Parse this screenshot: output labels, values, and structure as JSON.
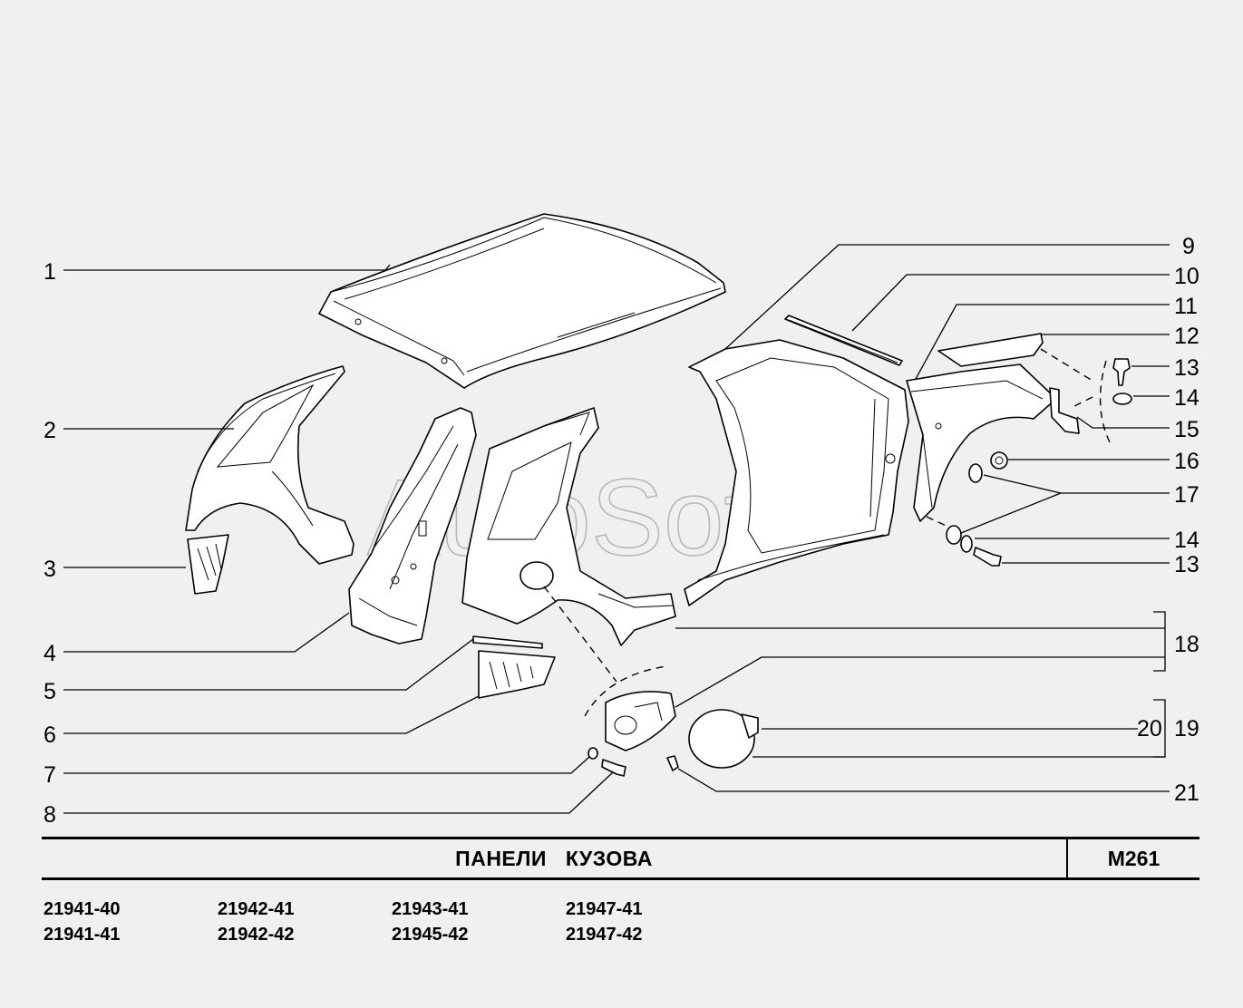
{
  "watermark": "AutoSoft",
  "callouts": [
    {
      "id": "c1",
      "text": "1"
    },
    {
      "id": "c2",
      "text": "2"
    },
    {
      "id": "c3",
      "text": "3"
    },
    {
      "id": "c4",
      "text": "4"
    },
    {
      "id": "c5",
      "text": "5"
    },
    {
      "id": "c6",
      "text": "6"
    },
    {
      "id": "c7",
      "text": "7"
    },
    {
      "id": "c8",
      "text": "8"
    },
    {
      "id": "c9",
      "text": "9"
    },
    {
      "id": "c10",
      "text": "10"
    },
    {
      "id": "c11",
      "text": "11"
    },
    {
      "id": "c12",
      "text": "12"
    },
    {
      "id": "c13a",
      "text": "13"
    },
    {
      "id": "c14a",
      "text": "14"
    },
    {
      "id": "c15",
      "text": "15"
    },
    {
      "id": "c16",
      "text": "16"
    },
    {
      "id": "c17",
      "text": "17"
    },
    {
      "id": "c14b",
      "text": "14"
    },
    {
      "id": "c13b",
      "text": "13"
    },
    {
      "id": "c18",
      "text": "18"
    },
    {
      "id": "c20",
      "text": "20"
    },
    {
      "id": "c19",
      "text": "19"
    },
    {
      "id": "c21",
      "text": "21"
    }
  ],
  "title": {
    "name": "ПАНЕЛИ КУЗОВА",
    "code": "M261"
  },
  "models": [
    [
      "21941-40",
      "21941-41"
    ],
    [
      "21942-41",
      "21942-42"
    ],
    [
      "21943-41",
      "21945-42"
    ],
    [
      "21947-41",
      "21947-42"
    ]
  ]
}
